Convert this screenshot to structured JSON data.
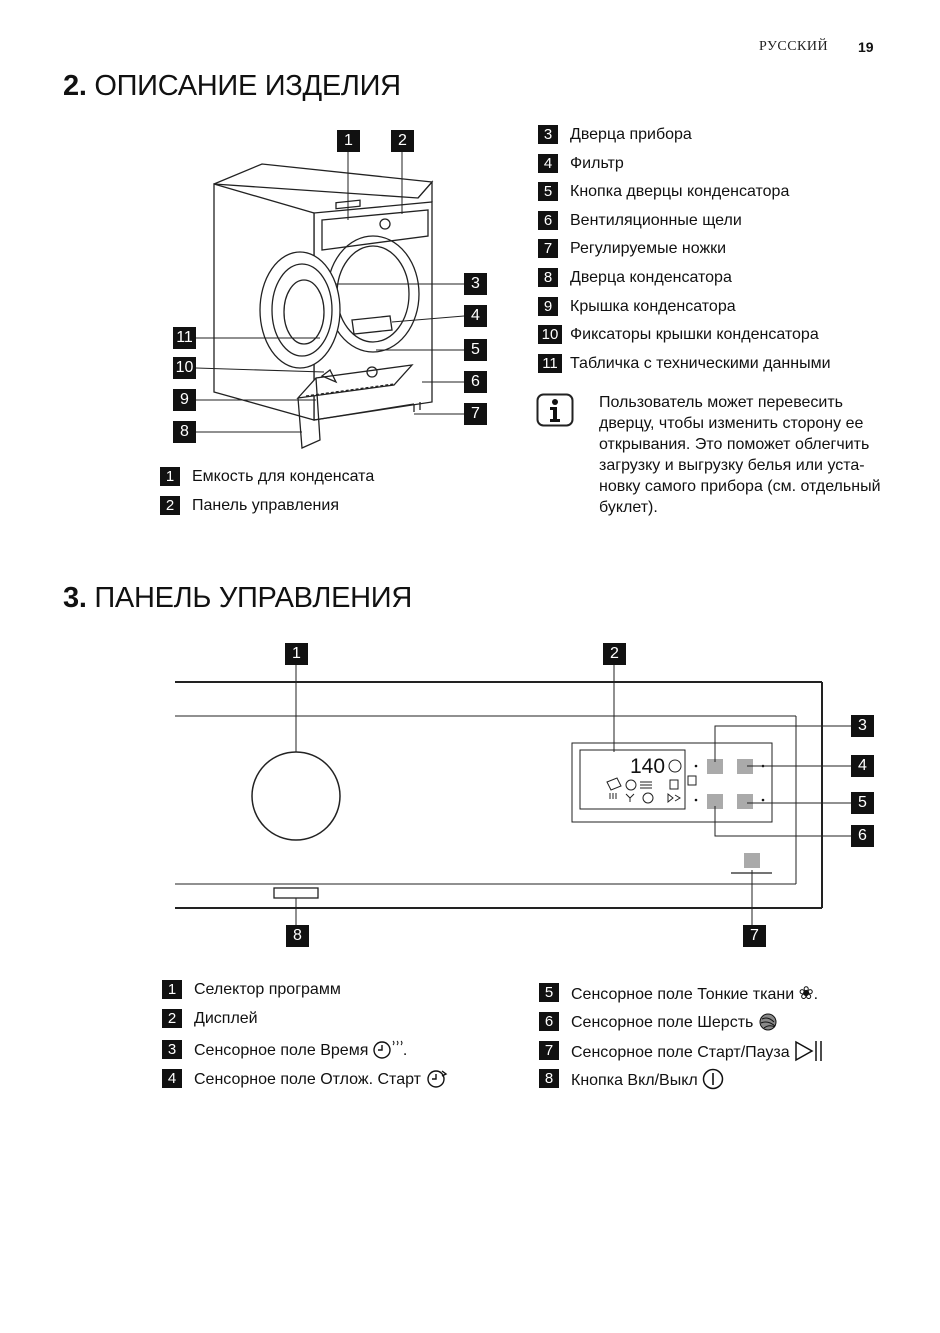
{
  "header": {
    "language": "РУССКИЙ",
    "page_number": "19"
  },
  "section2": {
    "number": "2.",
    "title": "ОПИСАНИЕ ИЗДЕЛИЯ",
    "callouts": [
      "1",
      "2",
      "3",
      "4",
      "5",
      "6",
      "7",
      "8",
      "9",
      "10",
      "11"
    ],
    "legend_left": [
      {
        "n": "1",
        "label": "Емкость для конденсата"
      },
      {
        "n": "2",
        "label": "Панель управления"
      }
    ],
    "legend_right": [
      {
        "n": "3",
        "label": "Дверца прибора"
      },
      {
        "n": "4",
        "label": "Фильтр"
      },
      {
        "n": "5",
        "label": "Кнопка дверцы конденсатора"
      },
      {
        "n": "6",
        "label": "Вентиляционные щели"
      },
      {
        "n": "7",
        "label": "Регулируемые ножки"
      },
      {
        "n": "8",
        "label": "Дверца конденсатора"
      },
      {
        "n": "9",
        "label": "Крышка конденсатора"
      },
      {
        "n": "10",
        "label": "Фиксаторы крышки конденсатора"
      },
      {
        "n": "11",
        "label": "Табличка с техническими данными"
      }
    ],
    "info_note": "Пользователь может перевесить дверцу, чтобы изменить сторону ее открывания. Это поможет облегчить загрузку и выгрузку белья или уста-новку самого прибора (см. отдельный буклет)."
  },
  "section3": {
    "number": "3.",
    "title": "ПАНЕЛЬ УПРАВЛЕНИЯ",
    "display_digits": "140",
    "callouts": [
      "1",
      "2",
      "3",
      "4",
      "5",
      "6",
      "7",
      "8"
    ],
    "legend_left": [
      {
        "n": "1",
        "label": "Селектор программ",
        "icon": ""
      },
      {
        "n": "2",
        "label": "Дисплей",
        "icon": ""
      },
      {
        "n": "3",
        "label": "Сенсорное поле Время",
        "icon": "time-icon",
        "suffix": "."
      },
      {
        "n": "4",
        "label": "Сенсорное поле Отлож. Старт",
        "icon": "delay-start-icon",
        "suffix": ""
      }
    ],
    "legend_right": [
      {
        "n": "5",
        "label": "Сенсорное поле Тонкие ткани",
        "icon": "delicates-icon",
        "suffix": "."
      },
      {
        "n": "6",
        "label": "Сенсорное поле Шерсть",
        "icon": "wool-icon",
        "suffix": ""
      },
      {
        "n": "7",
        "label": "Сенсорное поле Старт/Пауза",
        "icon": "start-pause-icon",
        "suffix": ""
      },
      {
        "n": "8",
        "label": "Кнопка Вкл/Выкл",
        "icon": "power-icon",
        "suffix": ""
      }
    ]
  }
}
